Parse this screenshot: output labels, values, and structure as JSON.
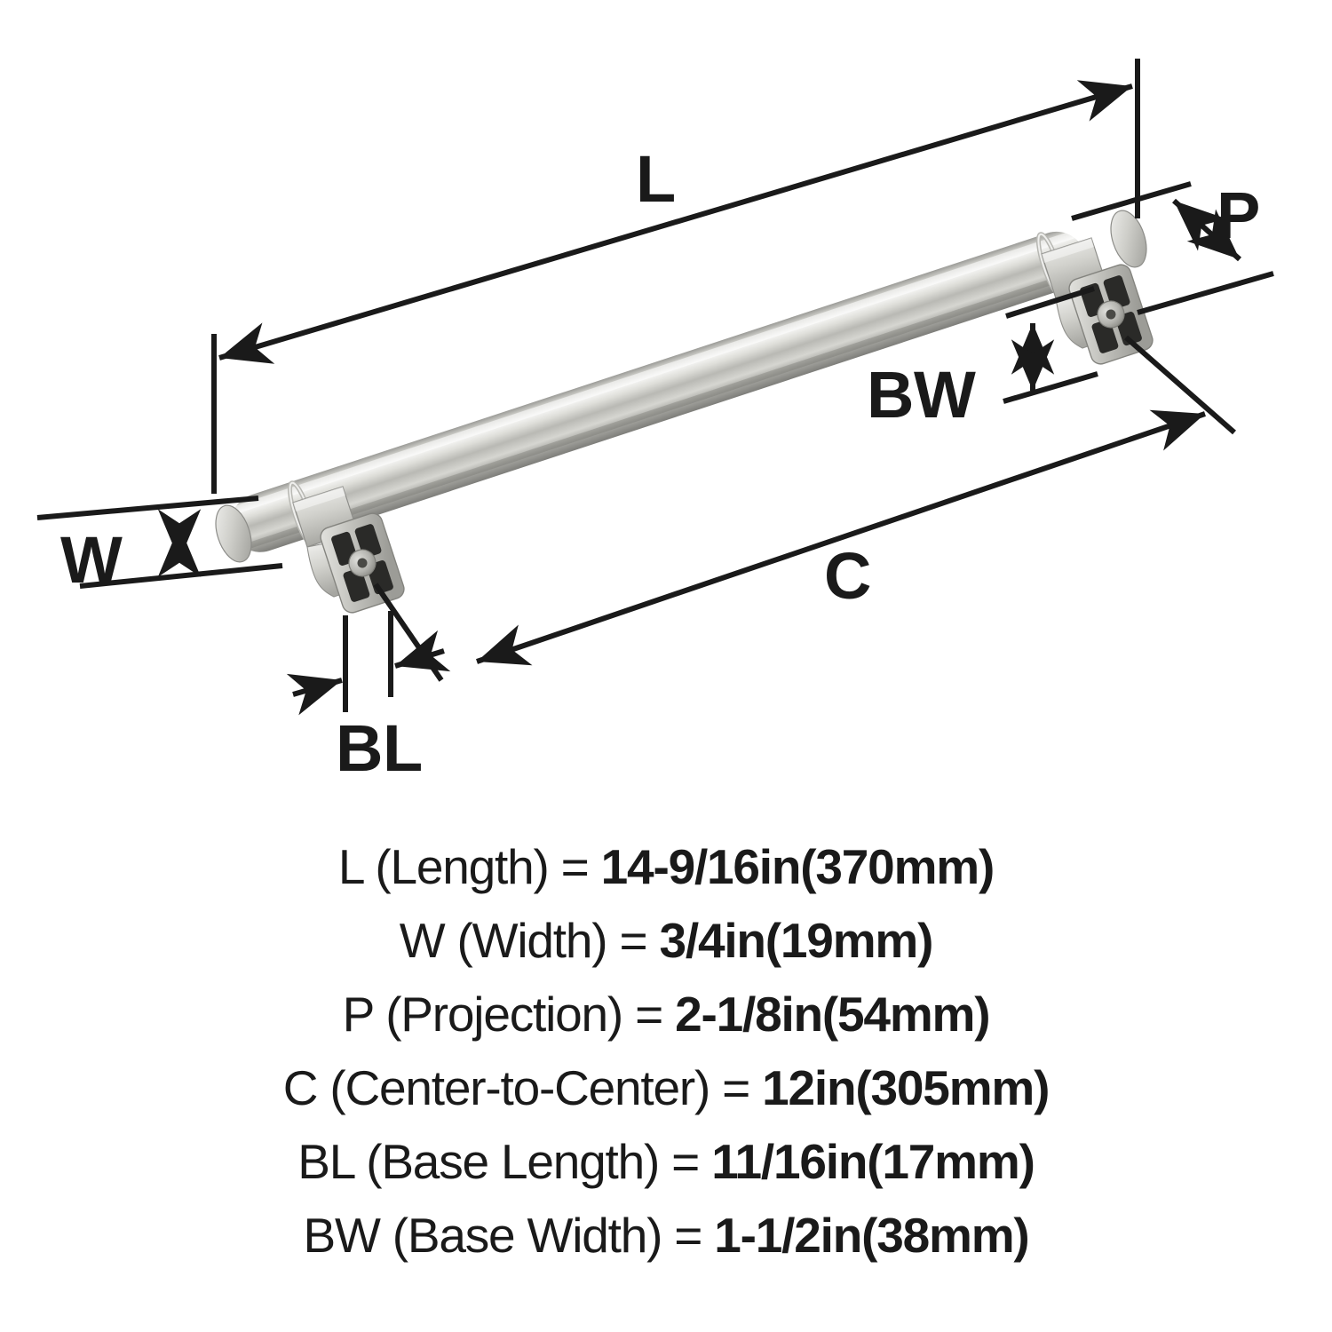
{
  "product": {
    "type": "cabinet bar pull handle",
    "finish": "satin nickel"
  },
  "diagram": {
    "labels": {
      "length": "L",
      "width": "W",
      "projection": "P",
      "center_to_center": "C",
      "base_length": "BL",
      "base_width": "BW"
    }
  },
  "specs": [
    {
      "key": "L",
      "label": "L (Length) = ",
      "value": "14-9/16in(370mm)"
    },
    {
      "key": "W",
      "label": "W (Width) = ",
      "value": "3/4in(19mm)"
    },
    {
      "key": "P",
      "label": "P (Projection) = ",
      "value": "2-1/8in(54mm)"
    },
    {
      "key": "C",
      "label": "C (Center-to-Center) = ",
      "value": "12in(305mm)"
    },
    {
      "key": "BL",
      "label": "BL (Base Length) = ",
      "value": "11/16in(17mm)"
    },
    {
      "key": "BW",
      "label": "BW (Base Width) = ",
      "value": "1-1/2in(38mm)"
    }
  ],
  "colors": {
    "ink": "#1a1a1a",
    "background": "#ffffff",
    "metal_highlight": "#f0f0ee",
    "metal_mid": "#c9c9c4",
    "metal_shadow": "#8e8e8a",
    "slot_dark": "#2a2a28"
  }
}
